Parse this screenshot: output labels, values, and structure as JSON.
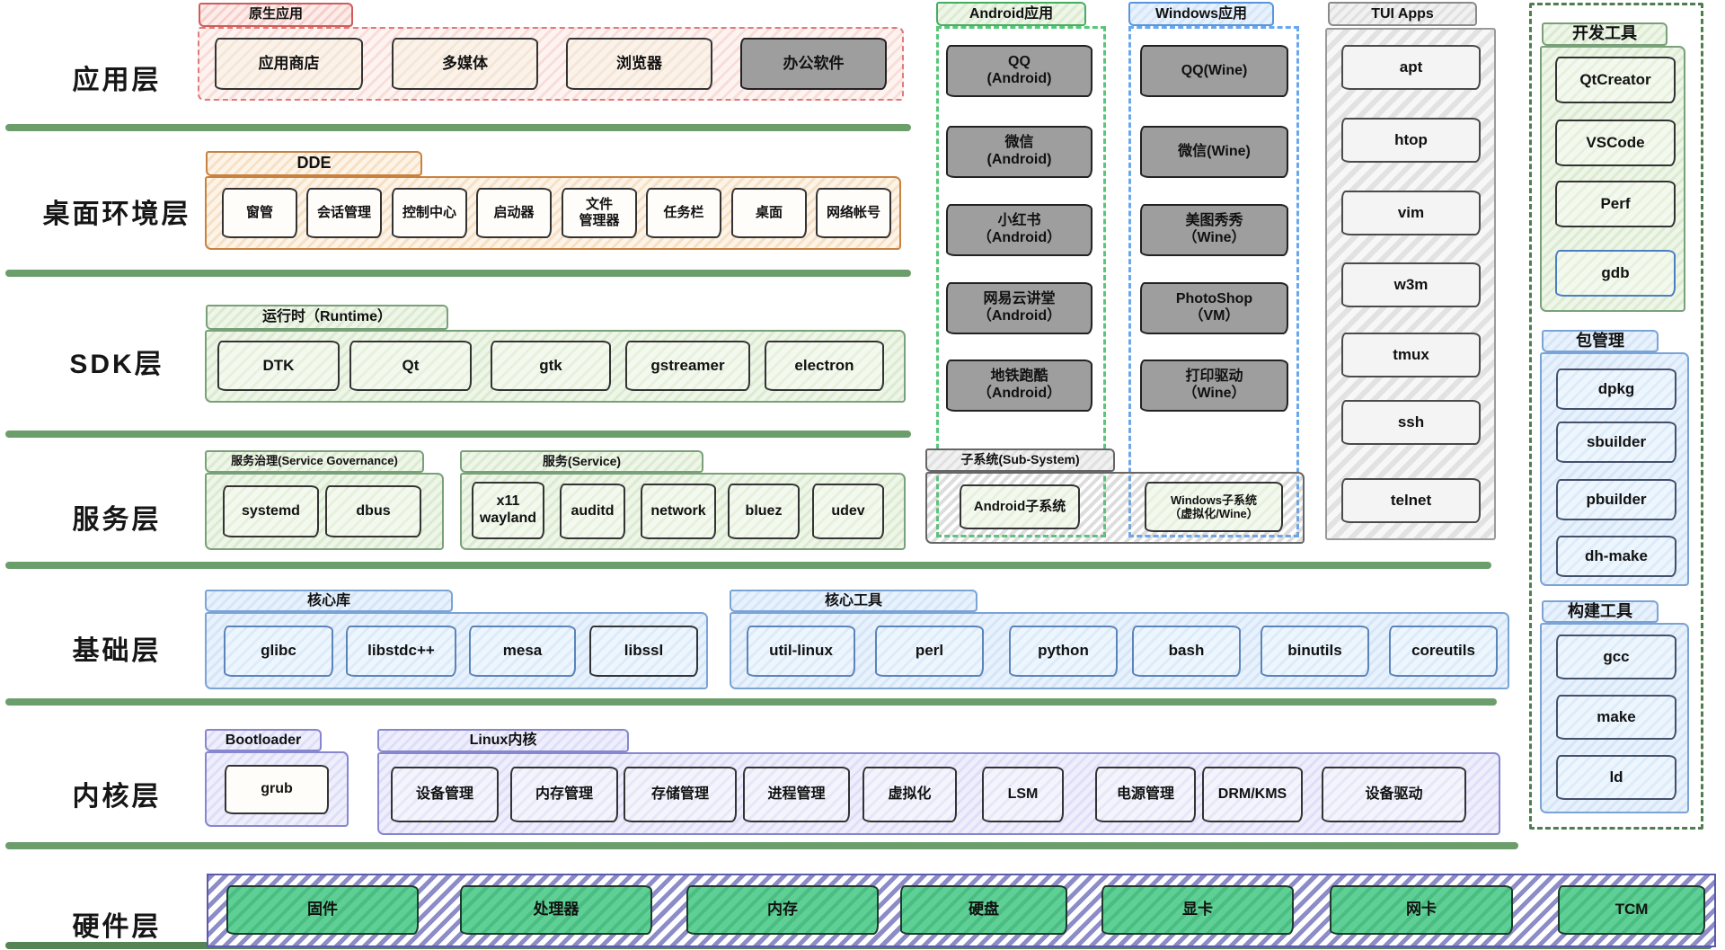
{
  "layers": {
    "app": {
      "label": "应用层"
    },
    "desktop": {
      "label": "桌面环境层"
    },
    "sdk": {
      "label": "SDK层"
    },
    "service": {
      "label": "服务层"
    },
    "base": {
      "label": "基础层"
    },
    "kernel": {
      "label": "内核层"
    },
    "hardware": {
      "label": "硬件层"
    }
  },
  "groups": {
    "native_apps": {
      "title": "原生应用",
      "items": [
        "应用商店",
        "多媒体",
        "浏览器",
        "办公软件"
      ]
    },
    "dde": {
      "title": "DDE",
      "items": [
        "窗管",
        "会话管理",
        "控制中心",
        "启动器",
        "文件\n管理器",
        "任务栏",
        "桌面",
        "网络帐号"
      ]
    },
    "runtime": {
      "title": "运行时（Runtime）",
      "items": [
        "DTK",
        "Qt",
        "gtk",
        "gstreamer",
        "electron"
      ]
    },
    "service_governance": {
      "title": "服务治理(Service Governance)",
      "items": [
        "systemd",
        "dbus"
      ]
    },
    "service": {
      "title": "服务(Service)",
      "items": [
        "x11\nwayland",
        "auditd",
        "network",
        "bluez",
        "udev"
      ]
    },
    "subsystem": {
      "title": "子系统(Sub-System)",
      "items": [
        "Android子系统",
        "Windows子系统\n（虚拟化/Wine）"
      ]
    },
    "core_libs": {
      "title": "核心库",
      "items": [
        "glibc",
        "libstdc++",
        "mesa",
        "libssl"
      ]
    },
    "core_tools": {
      "title": "核心工具",
      "items": [
        "util-linux",
        "perl",
        "python",
        "bash",
        "binutils",
        "coreutils"
      ]
    },
    "bootloader": {
      "title": "Bootloader",
      "items": [
        "grub"
      ]
    },
    "linux_kernel": {
      "title": "Linux内核",
      "items": [
        "设备管理",
        "内存管理",
        "存储管理",
        "进程管理",
        "虚拟化",
        "LSM",
        "电源管理",
        "DRM/KMS",
        "设备驱动"
      ]
    },
    "hardware_band": {
      "items": [
        "固件",
        "处理器",
        "内存",
        "硬盘",
        "显卡",
        "网卡",
        "TCM"
      ]
    },
    "android_apps": {
      "title": "Android应用",
      "items": [
        "QQ\n(Android)",
        "微信\n(Android)",
        "小红书\n（Android）",
        "网易云讲堂\n（Android）",
        "地铁跑酷\n（Android）"
      ]
    },
    "windows_apps": {
      "title": "Windows应用",
      "items": [
        "QQ(Wine)",
        "微信(Wine)",
        "美图秀秀\n（Wine）",
        "PhotoShop\n（VM）",
        "打印驱动\n（Wine）"
      ]
    },
    "tui_apps": {
      "title": "TUI Apps",
      "items": [
        "apt",
        "htop",
        "vim",
        "w3m",
        "tmux",
        "ssh",
        "telnet"
      ]
    },
    "dev_tools": {
      "title": "开发工具",
      "items": [
        "QtCreator",
        "VSCode",
        "Perf",
        "gdb"
      ]
    },
    "pkg_mgmt": {
      "title": "包管理",
      "items": [
        "dpkg",
        "sbuilder",
        "pbuilder",
        "dh-make"
      ]
    },
    "build_tools": {
      "title": "构建工具",
      "items": [
        "gcc",
        "make",
        "ld"
      ]
    }
  },
  "colors": {
    "separator_green": "#6b9e6b",
    "app_accent_red": "#cf5b5b",
    "desktop_accent_orange": "#c8823f",
    "sdk_accent_green": "#79a179",
    "base_accent_blue": "#7aa3d6",
    "kernel_accent_purple": "#8787cf",
    "hardware_box_green": "#5fd095",
    "hardware_stripe_purple": "#8c8cc8",
    "app_box_gray": "#9e9e9e",
    "android_column_green": "#57c878",
    "windows_column_blue": "#6aa7ec",
    "dev_column_green": "#4e7d4e"
  }
}
